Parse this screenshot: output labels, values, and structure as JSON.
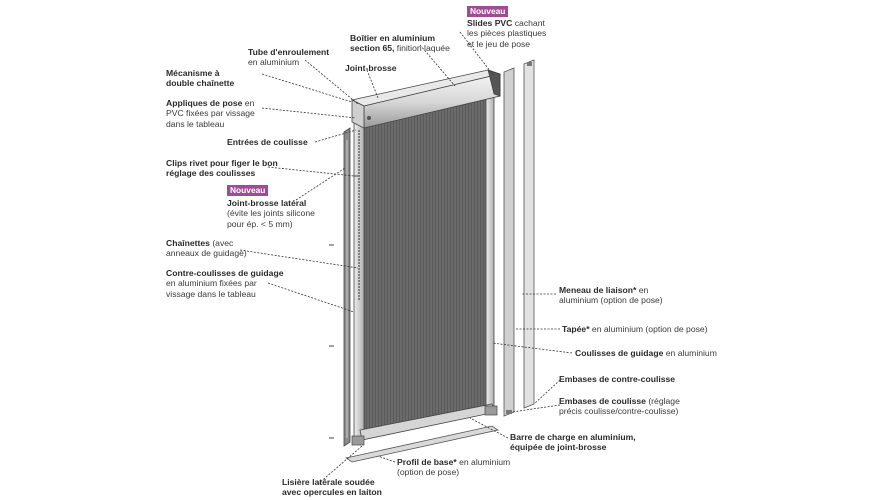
{
  "badges": {
    "new1": "Nouveau",
    "new2": "Nouveau"
  },
  "labels": {
    "tube_b": "Tube d'enroulement",
    "tube_n": "en aluminium",
    "boitier_b1": "Boîtier en aluminium",
    "boitier_b2": "section 65,",
    "boitier_n": " finition laquée",
    "slides_b": "Slides PVC",
    "slides_n1": " cachant",
    "slides_n2": "les pièces plastiques",
    "slides_n3": "et le jeu de pose",
    "joint_brosse": "Joint-brosse",
    "meca_b1": "Mécanisme à",
    "meca_b2": "double chaînette",
    "appl_b": "Appliques de pose",
    "appl_n1": " en",
    "appl_n2": "PVC fixées par vissage",
    "appl_n3": "dans le tableau",
    "entrees_b": "Entrées de coulisse",
    "clips_b1": "Clips rivet pour figer le bon",
    "clips_b2": "réglage des coulisses",
    "jbl_b": "Joint-brosse latéral",
    "jbl_n1": "(évite les joints silicone",
    "jbl_n2": "pour ép. < 5 mm)",
    "chain_b": "Chaînettes",
    "chain_n1": " (avec",
    "chain_n2": "anneaux de guidage)",
    "contre_b": "Contre-coulisses de guidage",
    "contre_n1": "en aluminium fixées par",
    "contre_n2": "vissage dans le tableau",
    "meneau_b": "Meneau de liaison*",
    "meneau_n1": " en",
    "meneau_n2": "aluminium (option de pose)",
    "tapee_b": "Tapée*",
    "tapee_n": " en aluminium (option de pose)",
    "coul_b": "Coulisses de guidage",
    "coul_n": " en aluminium",
    "emb_contre_b": "Embases de contre-coulisse",
    "emb_coul_b": "Embases de coulisse",
    "emb_coul_n1": " (réglage",
    "emb_coul_n2": "précis coulisse/contre-coulisse)",
    "barre_b1": "Barre de charge en aluminium,",
    "barre_b2": "équipée de joint-brosse",
    "profil_b": "Profil de base*",
    "profil_n1": " en aluminium",
    "profil_n2": "(option de pose)",
    "lisiere_b1": "Lisière latérale soudée",
    "lisiere_b2": "avec opercules en laiton"
  },
  "colors": {
    "badge": "#a04b96",
    "frame": "#6a6a6a",
    "screen": "#5f5f5f",
    "leader": "#333333"
  }
}
